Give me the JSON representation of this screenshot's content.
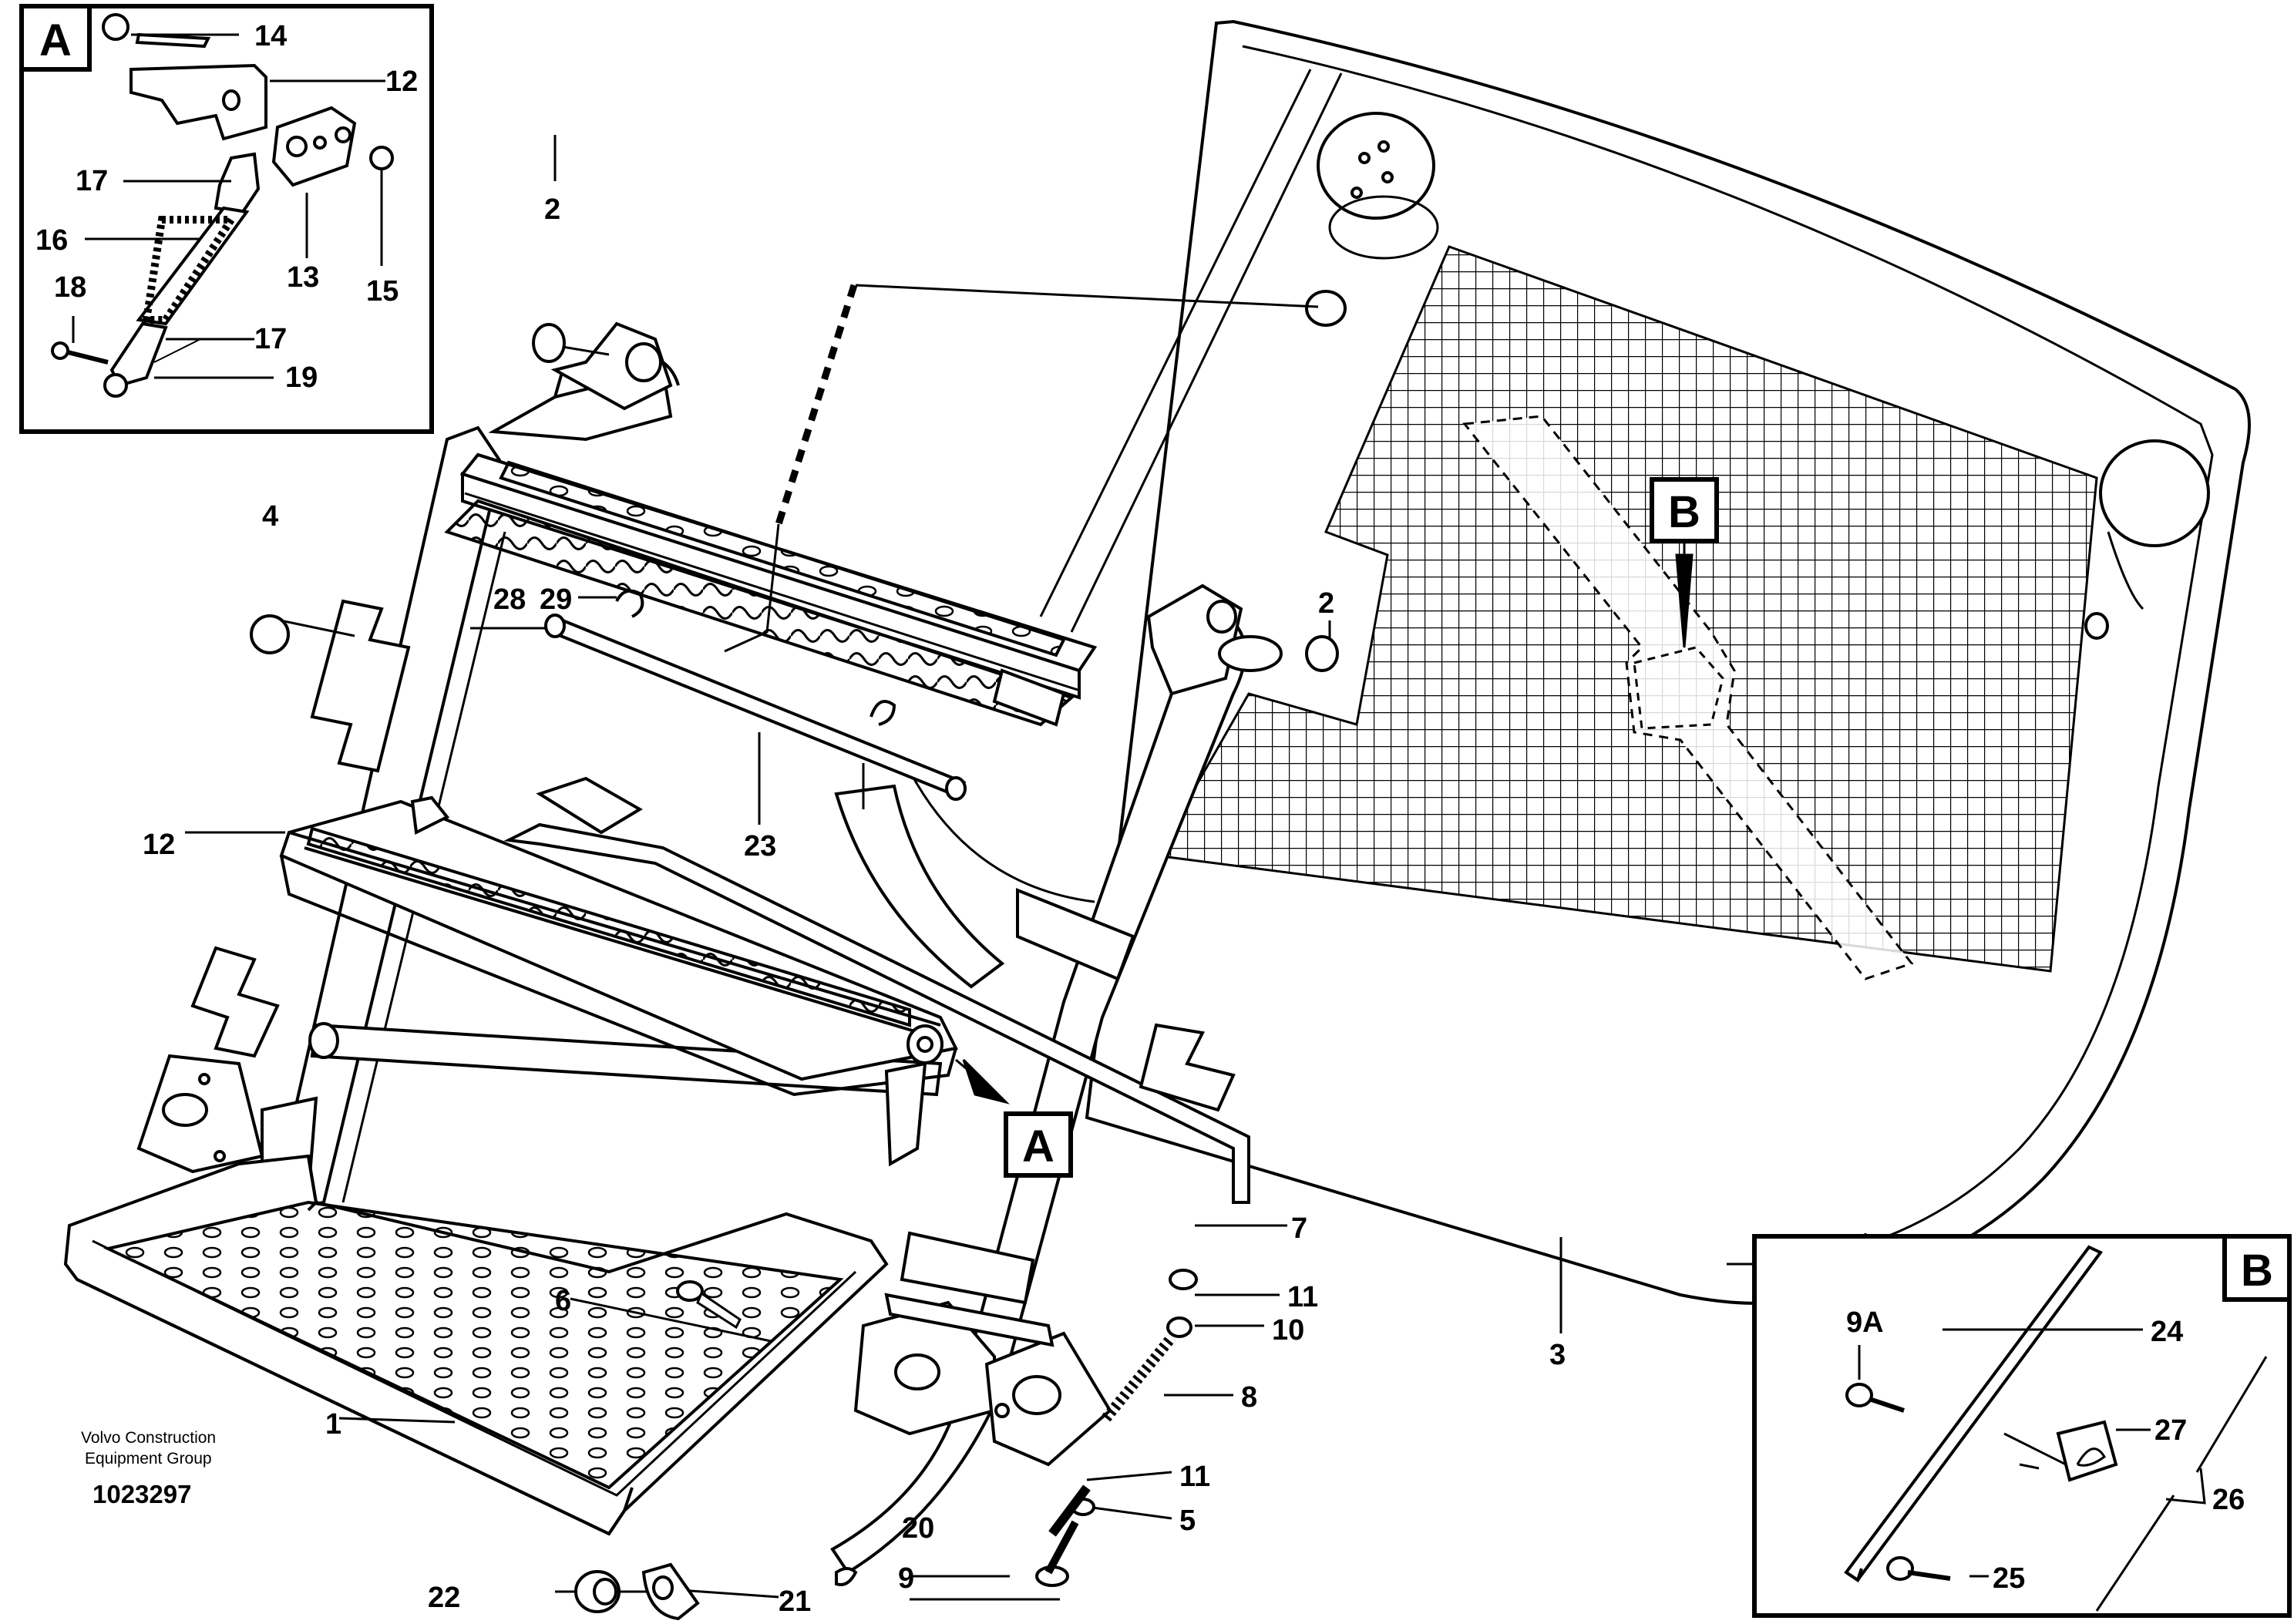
{
  "detail_boxes": {
    "a": {
      "letter": "A"
    },
    "b": {
      "letter": "B"
    }
  },
  "references": {
    "a": "A",
    "b": "B"
  },
  "callouts": {
    "c1": "1",
    "c2a": "2",
    "c2b": "2",
    "c3": "3",
    "c4": "4",
    "c5": "5",
    "c6": "6",
    "c7": "7",
    "c8": "8",
    "c9": "9",
    "c9a": "9A",
    "c10": "10",
    "c11a": "11",
    "c11b": "11",
    "c12a": "12",
    "c12b": "12",
    "c13": "13",
    "c14": "14",
    "c15": "15",
    "c16": "16",
    "c17a": "17",
    "c17b": "17",
    "c18": "18",
    "c19": "19",
    "c20": "20",
    "c21": "21",
    "c22": "22",
    "c23": "23",
    "c24": "24",
    "c25": "25",
    "c26": "26",
    "c27": "27",
    "c28": "28",
    "c29": "29"
  },
  "footer": {
    "company_line1": "Volvo Construction",
    "company_line2": "Equipment Group",
    "doc_number": "1023297"
  }
}
